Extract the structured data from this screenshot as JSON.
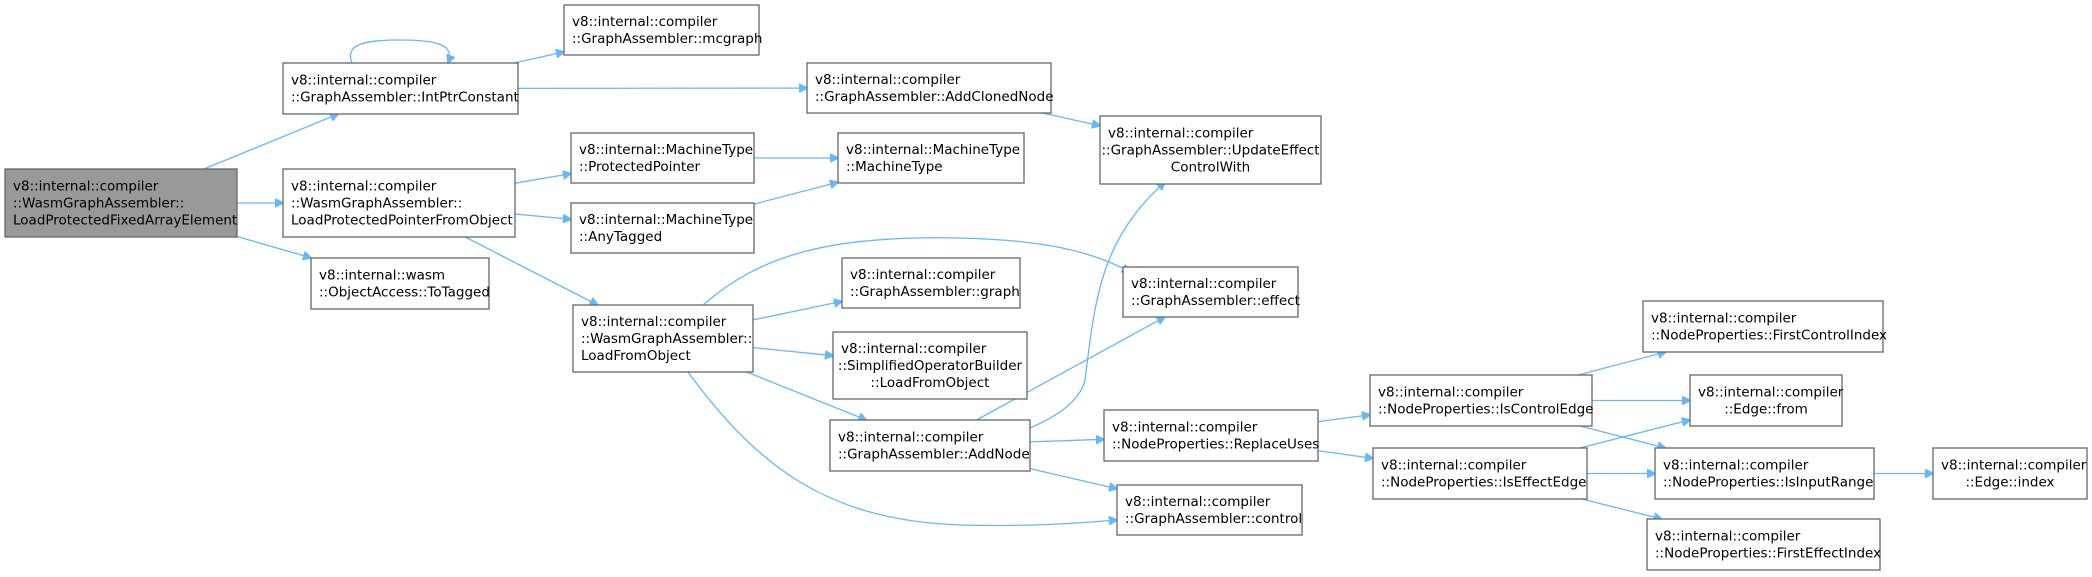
{
  "graph": {
    "edge_color": "#63b8ff",
    "node_border_color": "#666666",
    "root_fill_color": "#999999",
    "nodes": [
      {
        "id": "root",
        "lines": [
          "v8::internal::compiler",
          "::WasmGraphAssembler::",
          "LoadProtectedFixedArrayElement"
        ]
      },
      {
        "id": "intptr",
        "lines": [
          "v8::internal::compiler",
          "::GraphAssembler::IntPtrConstant"
        ]
      },
      {
        "id": "lppfo",
        "lines": [
          "v8::internal::compiler",
          "::WasmGraphAssembler::",
          "LoadProtectedPointerFromObject"
        ]
      },
      {
        "id": "totagged",
        "lines": [
          "v8::internal::wasm",
          "::ObjectAccess::ToTagged"
        ]
      },
      {
        "id": "mcgraph",
        "lines": [
          "v8::internal::compiler",
          "::GraphAssembler::mcgraph"
        ]
      },
      {
        "id": "addcloned",
        "lines": [
          "v8::internal::compiler",
          "::GraphAssembler::AddClonedNode"
        ]
      },
      {
        "id": "updeff",
        "lines": [
          "v8::internal::compiler",
          "::GraphAssembler::UpdateEffect",
          "ControlWith"
        ]
      },
      {
        "id": "protptr",
        "lines": [
          "v8::internal::MachineType",
          "::ProtectedPointer"
        ]
      },
      {
        "id": "anytagged",
        "lines": [
          "v8::internal::MachineType",
          "::AnyTagged"
        ]
      },
      {
        "id": "machtype",
        "lines": [
          "v8::internal::MachineType",
          "::MachineType"
        ]
      },
      {
        "id": "loadfromobj",
        "lines": [
          "v8::internal::compiler",
          "::WasmGraphAssembler::",
          "LoadFromObject"
        ]
      },
      {
        "id": "graph",
        "lines": [
          "v8::internal::compiler",
          "::GraphAssembler::graph"
        ]
      },
      {
        "id": "sobloadfromobj",
        "lines": [
          "v8::internal::compiler",
          "::SimplifiedOperatorBuilder",
          "::LoadFromObject"
        ]
      },
      {
        "id": "effect",
        "lines": [
          "v8::internal::compiler",
          "::GraphAssembler::effect"
        ]
      },
      {
        "id": "addnode",
        "lines": [
          "v8::internal::compiler",
          "::GraphAssembler::AddNode"
        ]
      },
      {
        "id": "replaceuses",
        "lines": [
          "v8::internal::compiler",
          "::NodeProperties::ReplaceUses"
        ]
      },
      {
        "id": "control",
        "lines": [
          "v8::internal::compiler",
          "::GraphAssembler::control"
        ]
      },
      {
        "id": "iscontroledge",
        "lines": [
          "v8::internal::compiler",
          "::NodeProperties::IsControlEdge"
        ]
      },
      {
        "id": "iseffectedge",
        "lines": [
          "v8::internal::compiler",
          "::NodeProperties::IsEffectEdge"
        ]
      },
      {
        "id": "firstcontrolindex",
        "lines": [
          "v8::internal::compiler",
          "::NodeProperties::FirstControlIndex"
        ]
      },
      {
        "id": "edgefrom",
        "lines": [
          "v8::internal::compiler",
          "::Edge::from"
        ]
      },
      {
        "id": "isinputrange",
        "lines": [
          "v8::internal::compiler",
          "::NodeProperties::IsInputRange"
        ]
      },
      {
        "id": "firsteffectindex",
        "lines": [
          "v8::internal::compiler",
          "::NodeProperties::FirstEffectIndex"
        ]
      },
      {
        "id": "edgeindex",
        "lines": [
          "v8::internal::compiler",
          "::Edge::index"
        ]
      }
    ],
    "edges": [
      [
        "root",
        "intptr"
      ],
      [
        "root",
        "lppfo"
      ],
      [
        "root",
        "totagged"
      ],
      [
        "intptr",
        "intptr"
      ],
      [
        "intptr",
        "mcgraph"
      ],
      [
        "intptr",
        "addcloned"
      ],
      [
        "addcloned",
        "updeff"
      ],
      [
        "lppfo",
        "protptr"
      ],
      [
        "lppfo",
        "anytagged"
      ],
      [
        "lppfo",
        "loadfromobj"
      ],
      [
        "protptr",
        "machtype"
      ],
      [
        "anytagged",
        "machtype"
      ],
      [
        "loadfromobj",
        "effect"
      ],
      [
        "loadfromobj",
        "graph"
      ],
      [
        "loadfromobj",
        "sobloadfromobj"
      ],
      [
        "loadfromobj",
        "addnode"
      ],
      [
        "loadfromobj",
        "control"
      ],
      [
        "addnode",
        "updeff"
      ],
      [
        "addnode",
        "effect"
      ],
      [
        "addnode",
        "replaceuses"
      ],
      [
        "addnode",
        "control"
      ],
      [
        "replaceuses",
        "iscontroledge"
      ],
      [
        "replaceuses",
        "iseffectedge"
      ],
      [
        "iscontroledge",
        "firstcontrolindex"
      ],
      [
        "iscontroledge",
        "edgefrom"
      ],
      [
        "iscontroledge",
        "isinputrange"
      ],
      [
        "iseffectedge",
        "edgefrom"
      ],
      [
        "iseffectedge",
        "isinputrange"
      ],
      [
        "iseffectedge",
        "firsteffectindex"
      ],
      [
        "isinputrange",
        "edgeindex"
      ]
    ]
  }
}
